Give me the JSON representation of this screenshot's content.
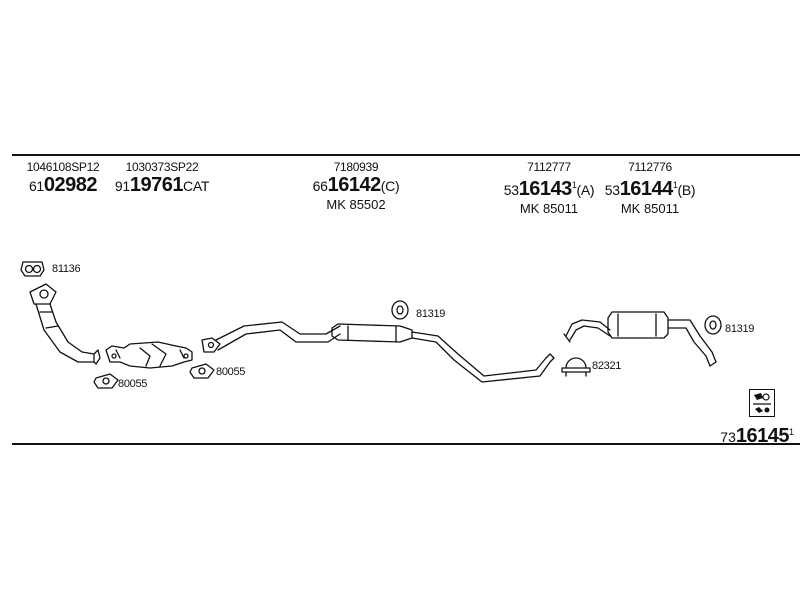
{
  "parts": [
    {
      "ref": "1046108SP12",
      "prefix": "61",
      "number": "02982",
      "suffix": "",
      "sup": "",
      "mk": ""
    },
    {
      "ref": "1030373SP22",
      "prefix": "91",
      "number": "19761",
      "suffix": "CAT",
      "sup": "",
      "mk": ""
    },
    {
      "ref": "7180939",
      "prefix": "66",
      "number": "16142",
      "suffix": "(C)",
      "sup": "",
      "mk": "MK 85502"
    },
    {
      "ref": "7112777",
      "prefix": "53",
      "number": "16143",
      "suffix": "(A)",
      "sup": "1",
      "mk": "MK 85011"
    },
    {
      "ref": "7112776",
      "prefix": "53",
      "number": "16144",
      "suffix": "(B)",
      "sup": "1",
      "mk": "MK 85011"
    }
  ],
  "callouts": {
    "c81136": "81136",
    "c80055a": "80055",
    "c80055b": "80055",
    "c81319a": "81319",
    "c82321": "82321",
    "c81319b": "81319"
  },
  "footer": {
    "prefix": "73",
    "number": "16145",
    "sup": "1"
  },
  "icons": {
    "kit": "mounting-kit-icon"
  }
}
